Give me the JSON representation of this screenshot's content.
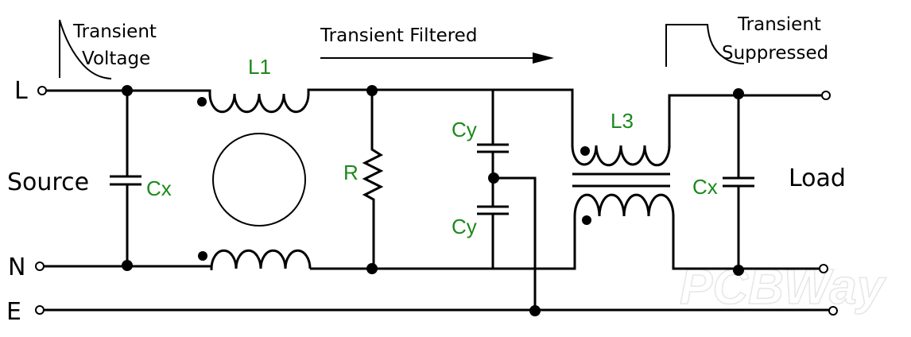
{
  "labels": {
    "line": "L",
    "neutral": "N",
    "earth": "E",
    "source": "Source",
    "load": "Load",
    "transient_voltage_1": "Transient",
    "transient_voltage_2": "Voltage",
    "transient_filtered": "Transient Filtered",
    "transient_suppressed_1": "Transient",
    "transient_suppressed_2": "Suppressed"
  },
  "components": {
    "cx_left": "Cx",
    "l1": "L1",
    "r": "R",
    "cy_top": "Cy",
    "cy_bottom": "Cy",
    "l3": "L3",
    "cx_right": "Cx"
  },
  "watermark": "PCBWay",
  "colors": {
    "wire": "#000000",
    "component_label": "#1a8a1a"
  }
}
